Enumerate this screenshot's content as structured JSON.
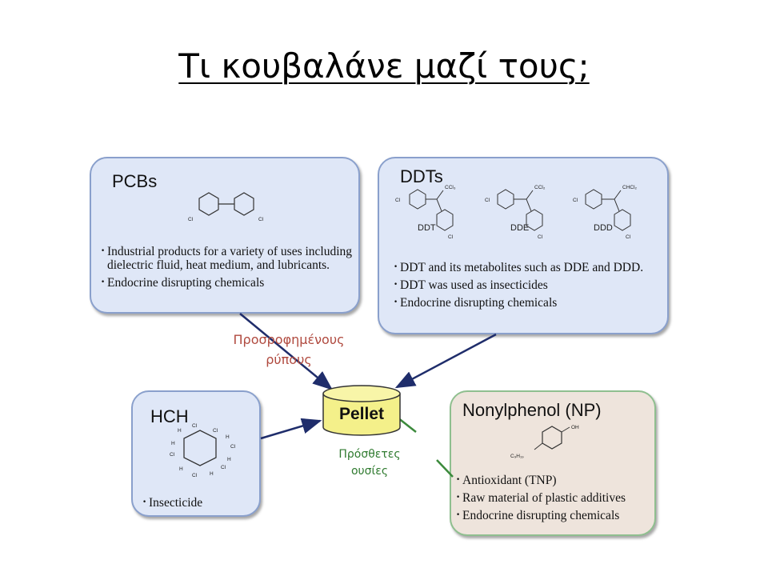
{
  "title": "Τι κουβαλάνε μαζί τους;",
  "boxes": {
    "pcbs": {
      "heading": "PCBs",
      "bullets": [
        "Industrial products for a variety of uses including dielectric fluid, heat medium, and lubricants.",
        "Endocrine disrupting chemicals"
      ]
    },
    "ddts": {
      "heading": "DDTs",
      "compounds": [
        "DDT",
        "DDE",
        "DDD"
      ],
      "bullets": [
        "DDT and its metabolites such as DDE and DDD.",
        "DDT was used as insecticides",
        "Endocrine disrupting chemicals"
      ]
    },
    "hch": {
      "heading": "HCH",
      "bullets": [
        "Insecticide"
      ]
    },
    "np": {
      "heading": "Nonylphenol (NP)",
      "bullets": [
        "Antioxidant (TNP)",
        "Raw material of plastic additives",
        "Endocrine disrupting chemicals"
      ]
    }
  },
  "pellet": {
    "label": "Pellet"
  },
  "annotations": {
    "sorbed": {
      "line1": "Προσροφημένους",
      "line2": "ρύπους"
    },
    "additives": {
      "line1": "Πρόσθετες",
      "line2": "ουσίες"
    }
  },
  "colors": {
    "blue_box": "#dfe7f7",
    "beige_box": "#eee4dc",
    "pellet": "#f4f08a",
    "arrow": "#1f2d6b",
    "green_line": "#3c8a3c",
    "red_text": "#b04a3f"
  }
}
